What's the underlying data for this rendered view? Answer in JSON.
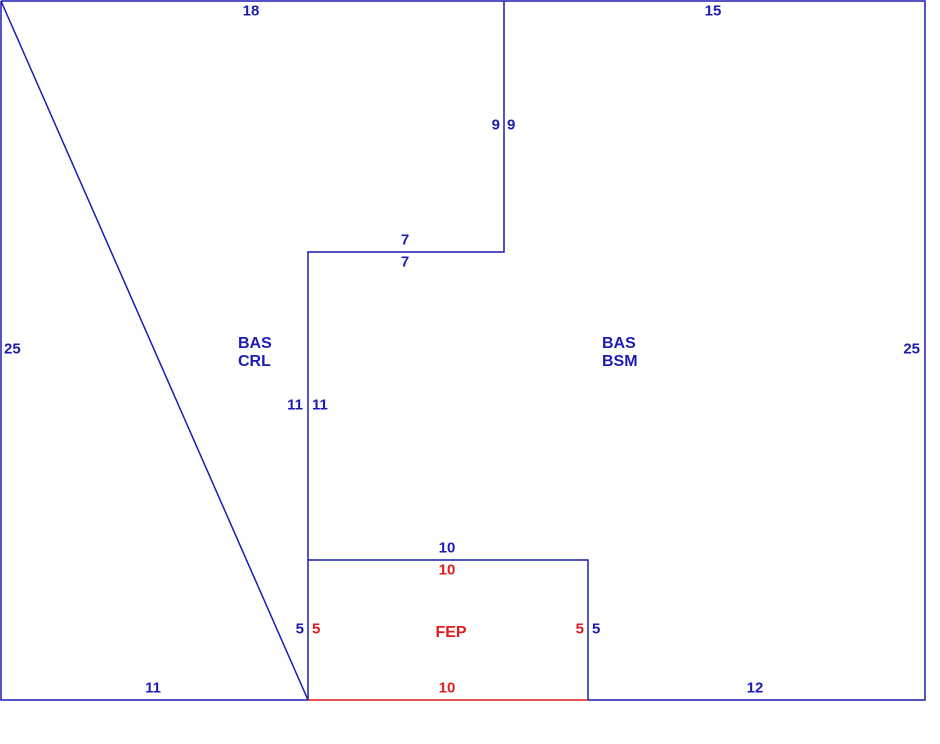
{
  "colors": {
    "main": "#1c1cb4",
    "addition": "#dd1d1d",
    "background": "#ffffff"
  },
  "dimensions": {
    "top_left": "18",
    "top_right": "15",
    "left_side": "25",
    "right_side": "25",
    "bottom_left": "11",
    "bottom_right": "12",
    "notch_vertical_left": "9",
    "notch_vertical_right": "9",
    "notch_horizontal_top": "7",
    "notch_horizontal_bottom": "7",
    "divider_left": "11",
    "divider_right": "11",
    "fep_top_outer": "10",
    "fep_top_inner": "10",
    "fep_left_outer": "5",
    "fep_left_inner": "5",
    "fep_right_inner": "5",
    "fep_right_outer": "5",
    "fep_bottom": "10"
  },
  "areas": {
    "crl": {
      "line1": "BAS",
      "line2": "CRL"
    },
    "bsm": {
      "line1": "BAS",
      "line2": "BSM"
    },
    "fep": {
      "label": "FEP"
    }
  }
}
